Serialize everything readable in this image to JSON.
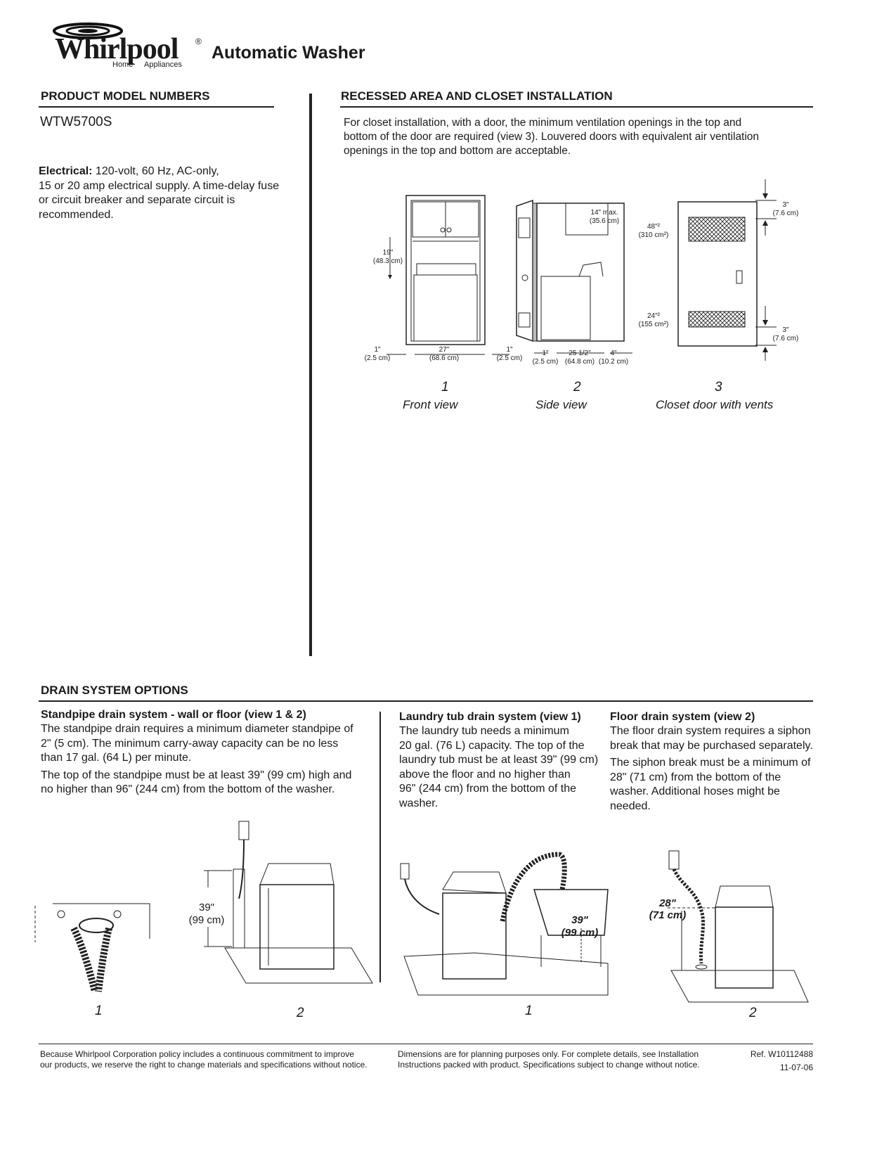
{
  "header": {
    "brand": "Whirlpool",
    "brand_mark": "®",
    "brand_sub_left": "Home",
    "brand_sub_right": "Appliances",
    "title": "Automatic Washer"
  },
  "models": {
    "heading": "PRODUCT MODEL NUMBERS",
    "number": "WTW5700S",
    "electrical_label": "Electrical:",
    "electrical_text": " 120-volt, 60 Hz, AC-only,",
    "electrical_lines": [
      "15 or 20 amp electrical supply. A time-delay fuse",
      "or circuit breaker and separate circuit is",
      "recommended."
    ]
  },
  "recessed": {
    "heading": "RECESSED AREA AND CLOSET INSTALLATION",
    "lines": [
      "For closet installation, with a door, the minimum ventilation openings in the top and",
      "bottom of the door are required (view 3). Louvered doors with equivalent air ventilation",
      "openings in the top and bottom are acceptable."
    ],
    "dims": {
      "front_19": "19\"",
      "front_19_cm": "(48.3 cm)",
      "front_1a": "1\"",
      "front_1a_cm": "(2.5 cm)",
      "front_27": "27\"",
      "front_27_cm": "(68.6 cm)",
      "front_1b": "1\"",
      "front_1b_cm": "(2.5 cm)",
      "side_14": "14\" max.",
      "side_14_cm": "(35.6 cm)",
      "side_1": "1\"",
      "side_1_cm": "(2.5 cm)",
      "side_25": "25 1/2\"",
      "side_25_cm": "(64.8 cm)",
      "side_4": "4\"",
      "side_4_cm": "(10.2 cm)",
      "door_48": "48\"²",
      "door_48_cm": "(310 cm²)",
      "door_24": "24\"²",
      "door_24_cm": "(155 cm²)",
      "door_3a": "3\"",
      "door_3a_cm": "(7.6 cm)",
      "door_3b": "3\"",
      "door_3b_cm": "(7.6 cm)"
    },
    "views": [
      {
        "num": "1",
        "caption": "Front view"
      },
      {
        "num": "2",
        "caption": "Side view"
      },
      {
        "num": "3",
        "caption": "Closet door with vents"
      }
    ]
  },
  "drain": {
    "heading": "DRAIN SYSTEM OPTIONS",
    "standpipe": {
      "title": "Standpipe drain system - wall or floor (view 1 & 2)",
      "p1": [
        "The standpipe drain requires a minimum diameter standpipe of",
        "2\" (5 cm). The minimum carry-away capacity can be no less",
        "than 17 gal. (64 L) per minute."
      ],
      "p2": [
        "The top of the standpipe must be at least 39\" (99 cm) high and",
        "no higher than 96\" (244 cm) from the bottom of the washer."
      ],
      "dim_in": "39\"",
      "dim_cm": "(99 cm)",
      "view1": "1",
      "view2": "2"
    },
    "tub": {
      "title": "Laundry tub drain system (view 1)",
      "lines": [
        "The laundry tub needs a minimum",
        "20 gal. (76 L) capacity. The top of the",
        "laundry tub must be at least 39\" (99 cm)",
        "above the floor and no higher than",
        "96\" (244 cm) from the bottom of the",
        "washer."
      ],
      "dim_in": "39\"",
      "dim_cm": "(99 cm)",
      "view1": "1"
    },
    "floor": {
      "title": "Floor drain system (view 2)",
      "p1": [
        "The floor drain system requires a siphon",
        "break that may be purchased separately."
      ],
      "p2": [
        "The siphon break must be a minimum of",
        "28\" (71 cm) from the bottom of the",
        "washer. Additional hoses might be",
        "needed."
      ],
      "dim_in": "28\"",
      "dim_cm": "(71 cm)",
      "view2": "2"
    }
  },
  "footer": {
    "left": [
      "Because Whirlpool Corporation policy includes a continuous commitment to improve",
      "our products, we reserve the right to change materials and specifications without notice."
    ],
    "mid": [
      "Dimensions are for planning purposes only.  For complete details, see Installation",
      "Instructions packed with product.  Specifications subject to change without notice."
    ],
    "ref": "Ref. W10112488",
    "date": "11-07-06"
  }
}
